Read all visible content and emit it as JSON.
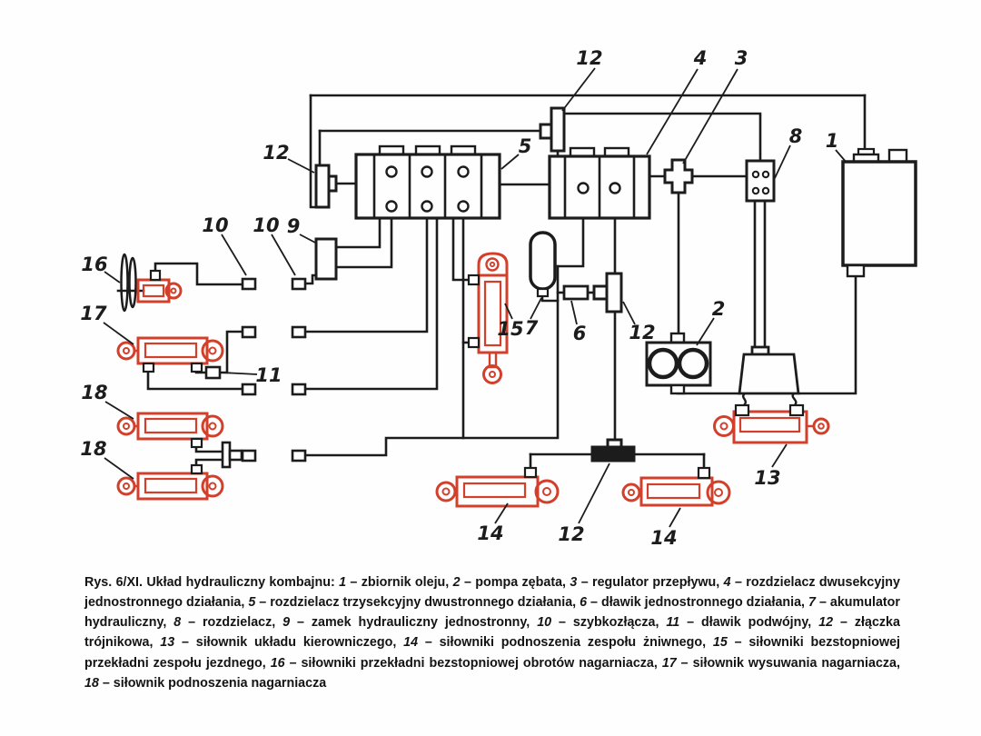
{
  "figure": {
    "colors": {
      "line_black": "#1c1c1c",
      "component_red": "#d2402c",
      "background": "#fefefe"
    },
    "callouts": [
      "12",
      "4",
      "3",
      "8",
      "1",
      "12",
      "5",
      "10",
      "10",
      "9",
      "16",
      "17",
      "11",
      "18",
      "18",
      "15",
      "7",
      "6",
      "12",
      "2",
      "13",
      "14",
      "12",
      "14"
    ],
    "caption": {
      "prefix": "Rys. 6/XI.",
      "title": "Układ hydrauliczny kombajnu:",
      "separator": " – ",
      "items": [
        {
          "num": "1",
          "desc": "zbiornik oleju"
        },
        {
          "num": "2",
          "desc": "pompa zębata"
        },
        {
          "num": "3",
          "desc": "regulator przepływu"
        },
        {
          "num": "4",
          "desc": "rozdzielacz dwusekcyjny jednostronnego działania"
        },
        {
          "num": "5",
          "desc": "rozdzielacz trzysekcyjny dwustronnego działania"
        },
        {
          "num": "6",
          "desc": "dławik jednostronnego działania"
        },
        {
          "num": "7",
          "desc": "akumulator hydrauliczny"
        },
        {
          "num": "8",
          "desc": "rozdzielacz"
        },
        {
          "num": "9",
          "desc": "zamek hydrauliczny jednostronny"
        },
        {
          "num": "10",
          "desc": "szybkozłącza"
        },
        {
          "num": "11",
          "desc": "dławik podwójny"
        },
        {
          "num": "12",
          "desc": "złączka trójnikowa"
        },
        {
          "num": "13",
          "desc": "siłownik układu kierowniczego"
        },
        {
          "num": "14",
          "desc": "siłowniki podnoszenia zespołu żniwnego"
        },
        {
          "num": "15",
          "desc": "siłowniki bezstopniowej przekładni zespołu jezdnego"
        },
        {
          "num": "16",
          "desc": "siłowniki przekładni bezstopniowej obrotów nagarniacza"
        },
        {
          "num": "17",
          "desc": "siłownik wysuwania nagarniacza"
        },
        {
          "num": "18",
          "desc": "siłownik podnoszenia nagarniacza"
        }
      ]
    }
  }
}
